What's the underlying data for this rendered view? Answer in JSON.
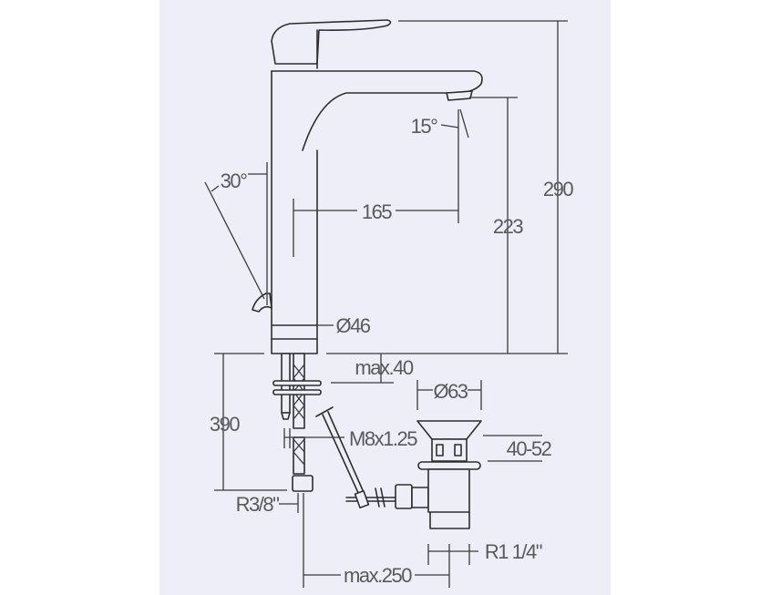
{
  "drawing": {
    "type": "faucet dimension drawing",
    "line_color": "#2e2e2e",
    "text_color": "#5a5a5a",
    "background": "#eeeef9",
    "labels": {
      "height_total": "290",
      "spout_height": "223",
      "spout_reach": "165",
      "spout_angle": "15°",
      "lever_angle": "30°",
      "base_diameter": "Ø46",
      "max_thickness": "max.40",
      "hose_length": "390",
      "thread": "M8x1.25",
      "waste_diameter": "Ø63",
      "waste_range": "40-52",
      "hose_connection": "R3/8\"",
      "max_distance": "max.250",
      "waste_thread": "R1 1/4\""
    }
  }
}
